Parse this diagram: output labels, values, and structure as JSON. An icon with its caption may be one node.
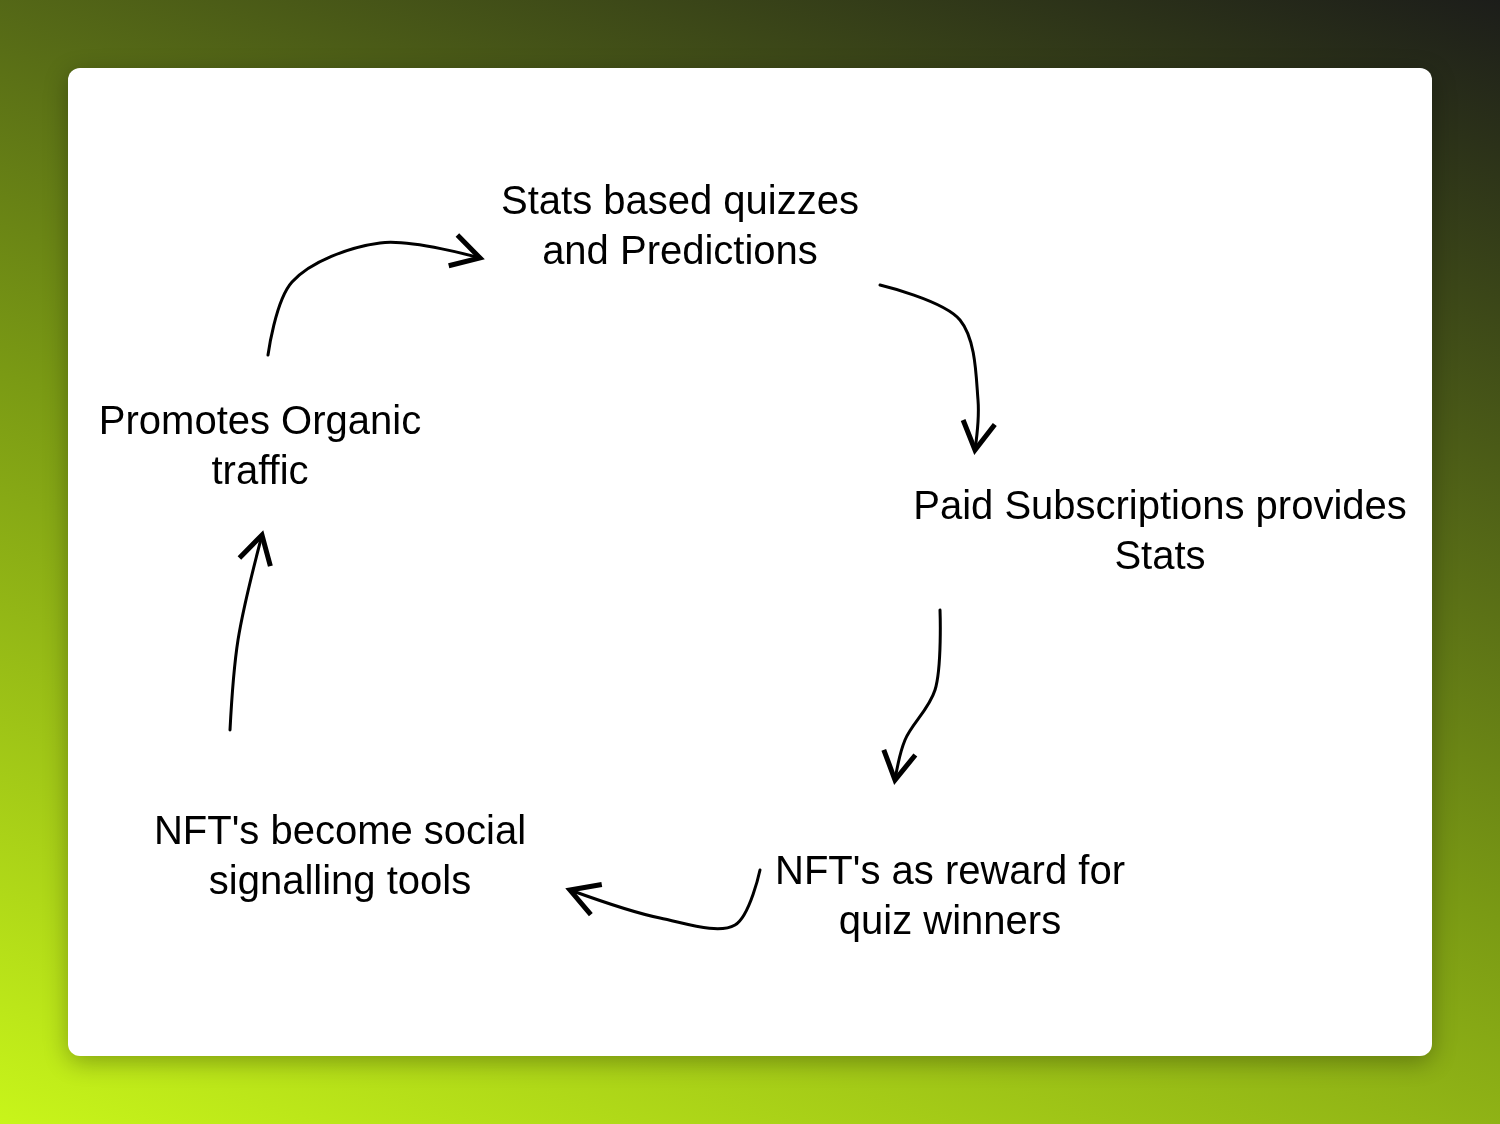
{
  "diagram": {
    "nodes": [
      {
        "text": [
          "Stats based quizzes and Predictions"
        ]
      },
      {
        "text": [
          "Paid Subscriptions provides Stats"
        ]
      },
      {
        "text": [
          "NFT's as reward for quiz winners"
        ]
      },
      {
        "text": [
          "NFT's become social signalling tools"
        ]
      },
      {
        "text": [
          "Promotes Organic traffic"
        ]
      }
    ],
    "edges": [
      {
        "from": 0,
        "to": 1,
        "arrow": "to"
      },
      {
        "from": 1,
        "to": 2,
        "arrow": "to"
      },
      {
        "from": 2,
        "to": 3,
        "arrow": "to"
      },
      {
        "from": 3,
        "to": 4,
        "arrow": "to"
      },
      {
        "from": 4,
        "to": 0,
        "arrow": "to"
      }
    ]
  }
}
